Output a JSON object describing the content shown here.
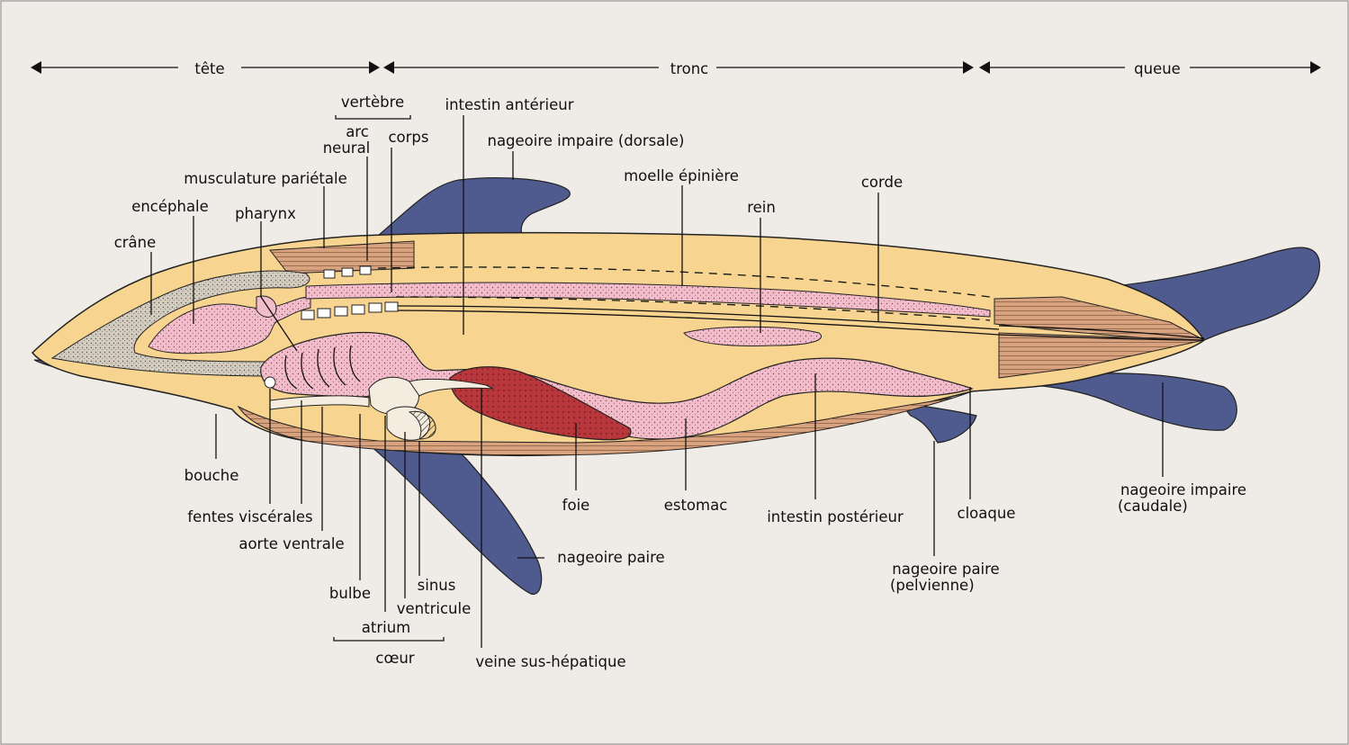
{
  "regions": {
    "head": "tête",
    "trunk": "tronc",
    "tail": "queue"
  },
  "labels": {
    "vertebra": "vertèbre",
    "neural_arch_1": "arc",
    "neural_arch_2": "neural",
    "body": "corps",
    "anterior_intestine": "intestin antérieur",
    "dorsal_fin": "nageoire impaire (dorsale)",
    "spinal_cord": "moelle épinière",
    "parietal_musculature": "musculature pariétale",
    "notochord": "corde",
    "brain": "encéphale",
    "pharynx": "pharynx",
    "kidney": "rein",
    "skull": "crâne",
    "mouth": "bouche",
    "visceral_slits": "fentes viscérales",
    "ventral_aorta": "aorte ventrale",
    "bulbus": "bulbe",
    "sinus": "sinus",
    "ventricle": "ventricule",
    "atrium": "atrium",
    "heart": "cœur",
    "hepatic_vein": "veine sus-hépatique",
    "paired_fin": "nageoire paire",
    "liver": "foie",
    "stomach": "estomac",
    "posterior_intestine": "intestin postérieur",
    "cloaca": "cloaque",
    "pelvic_fin_1": "nageoire paire",
    "pelvic_fin_2": "(pelvienne)",
    "caudal_fin_1": "nageoire impaire",
    "caudal_fin_2": "(caudale)"
  },
  "colors": {
    "background": "#efece8",
    "fin": "#4f5b8e",
    "body": "#f7d48f",
    "gut": "#f3bccb",
    "liver": "#b8373c",
    "muscle": "#d9a27f",
    "skull": "#d4cdbf",
    "heart": "#f4eddf"
  }
}
